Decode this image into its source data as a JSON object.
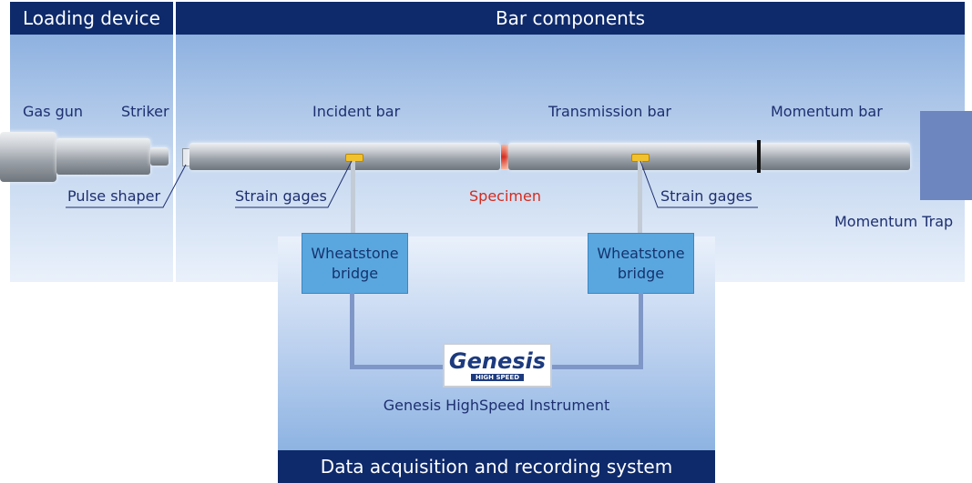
{
  "headers": {
    "loading_device": "Loading device",
    "bar_components": "Bar components",
    "data_acquisition": "Data acquisition and recording system"
  },
  "labels": {
    "gas_gun": "Gas gun",
    "striker": "Striker",
    "pulse_shaper": "Pulse shaper",
    "incident_bar": "Incident bar",
    "transmission_bar": "Transmission bar",
    "momentum_bar": "Momentum bar",
    "strain_gages_left": "Strain gages",
    "strain_gages_right": "Strain gages",
    "specimen": "Specimen",
    "momentum_trap": "Momentum Trap"
  },
  "bridges": {
    "left_line1": "Wheatstone",
    "left_line2": "bridge",
    "right_line1": "Wheatstone",
    "right_line2": "bridge"
  },
  "instrument": {
    "logo_text": "Genesis",
    "logo_subtext": "HIGH SPEED",
    "caption": "Genesis HighSpeed Instrument"
  },
  "colors": {
    "header_bg": "#0e2a6b",
    "label_text": "#1d2f70",
    "specimen_text": "#d52b1e",
    "gage": "#f2c12e",
    "bridge_box": "#5aa7df",
    "momentum_trap": "#6d86bf"
  }
}
